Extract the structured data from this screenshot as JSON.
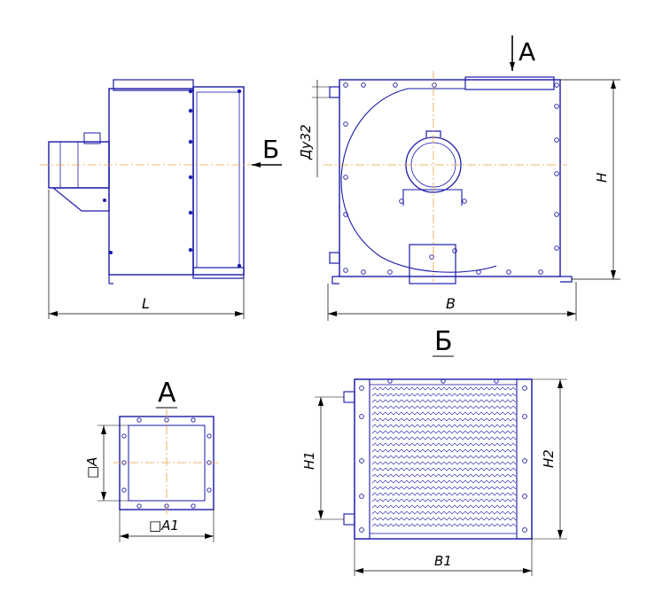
{
  "views": {
    "side": {
      "dim_length": "L"
    },
    "front": {
      "view_arrow_label": "A",
      "section_arrow_label": "Б",
      "dim_pipe": "Ду32",
      "dim_height": "H",
      "dim_width": "B"
    },
    "view_a": {
      "title": "A",
      "dim_side_vertical": "□A",
      "dim_side_horizontal": "□A1"
    },
    "view_b": {
      "title": "Б",
      "dim_h1": "H1",
      "dim_h2": "H2",
      "dim_b1": "B1"
    }
  },
  "colors": {
    "outline": "#1a1aa8",
    "dimension": "#000000",
    "axis": "#e8a040"
  }
}
